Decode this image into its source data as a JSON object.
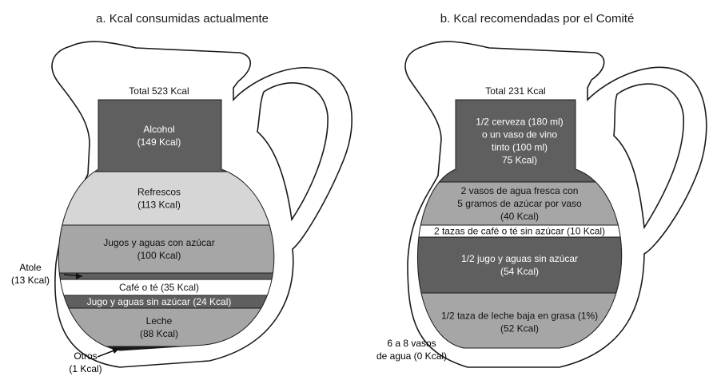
{
  "colors": {
    "band_dark": "#5f5f5f",
    "band_mid": "#a6a6a6",
    "band_light": "#d6d6d6",
    "band_white": "#ffffff",
    "text_light": "#ffffff",
    "text_dark": "#111111",
    "outline": "#1a1a1a"
  },
  "panel_a": {
    "title": "a. Kcal consumidas actualmente",
    "total": "Total 523 Kcal",
    "bands": [
      {
        "name": "alcohol",
        "lines": [
          "Alcohol",
          "(149 Kcal)"
        ]
      },
      {
        "name": "refrescos",
        "lines": [
          "Refrescos",
          "(113 Kcal)"
        ]
      },
      {
        "name": "jugos-azucar",
        "lines": [
          "Jugos y aguas con azúcar",
          "(100 Kcal)"
        ]
      },
      {
        "name": "atole",
        "lines": []
      },
      {
        "name": "cafe-te",
        "lines": [
          "Café o té (35 Kcal)"
        ]
      },
      {
        "name": "jugo-sin-azucar",
        "lines": [
          "Jugo y aguas sin azúcar (24 Kcal)"
        ]
      },
      {
        "name": "leche",
        "lines": [
          "Leche",
          "(88 Kcal)"
        ]
      },
      {
        "name": "otros",
        "lines": []
      }
    ],
    "callout_atole": [
      "Atole",
      "(13 Kcal)"
    ],
    "callout_otros": [
      "Otros",
      "(1 Kcal)"
    ]
  },
  "panel_b": {
    "title": "b. Kcal recomendadas por el Comité",
    "total": "Total 231 Kcal",
    "bands": [
      {
        "name": "cerveza-vino",
        "lines": [
          "1/2 cerveza (180 ml)",
          "o un vaso de vino",
          "tinto (100 ml)",
          "75 Kcal)"
        ]
      },
      {
        "name": "agua-fresca",
        "lines": [
          "2 vasos de agua fresca con",
          "5 gramos de azúcar por vaso",
          "(40 Kcal)"
        ]
      },
      {
        "name": "cafe-sin-azucar",
        "lines": [
          "2 tazas de café o té sin azúcar (10 Kcal)"
        ]
      },
      {
        "name": "jugo-sin-azucar",
        "lines": [
          "1/2 jugo y aguas sin azúcar",
          "(54 Kcal)"
        ]
      },
      {
        "name": "leche-baja",
        "lines": [
          "1/2 taza de leche baja en grasa (1%)",
          "(52 Kcal)"
        ]
      }
    ],
    "callout_agua": [
      "6 a 8 vasos",
      "de agua (0 Kcal)"
    ]
  }
}
